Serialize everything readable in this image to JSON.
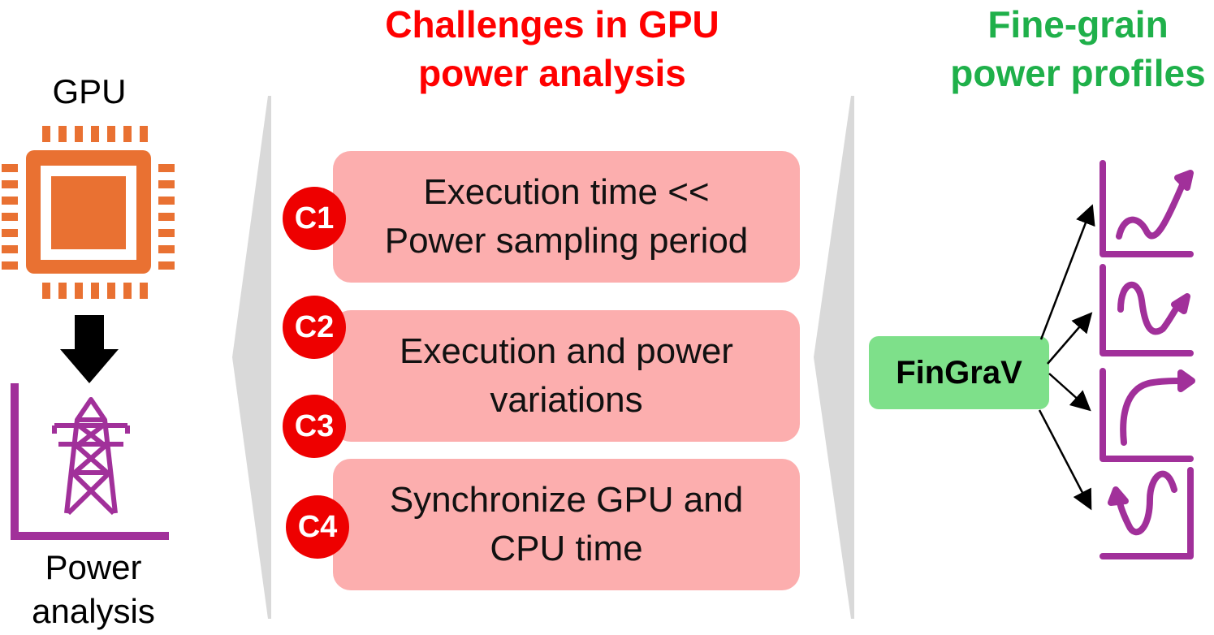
{
  "left": {
    "gpu_label": "GPU",
    "power_label_line1": "Power",
    "power_label_line2": "analysis"
  },
  "middle": {
    "title_line1": "Challenges in GPU",
    "title_line2": "power analysis",
    "challenges": [
      {
        "badge": "C1",
        "line1": "Execution time <<",
        "line2": "Power sampling period"
      },
      {
        "badges": [
          "C2",
          "C3"
        ],
        "line1": "Execution and power",
        "line2": "variations"
      },
      {
        "badge": "C4",
        "line1": "Synchronize GPU and",
        "line2": "CPU time"
      }
    ]
  },
  "right": {
    "title_line1": "Fine-grain",
    "title_line2": "power profiles",
    "tool_label": "FinGraV"
  },
  "colors": {
    "challenge_title": "#ff0000",
    "profile_title": "#1fb04a",
    "chip": "#e97132",
    "plot": "#a1309a",
    "challenge_box": "#fcaeae",
    "badge": "#ee0000",
    "tool_box": "#7ee08a",
    "chevron": "#d9d9d9"
  },
  "icons": [
    "gpu-chip-icon",
    "down-arrow-icon",
    "power-tower-icon",
    "power-profile-plot-icon"
  ]
}
